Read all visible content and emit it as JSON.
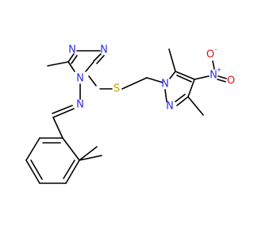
{
  "diagram": {
    "type": "chemical-structure",
    "colors": {
      "bond": "#000000",
      "nitrogen": "#2b2bf5",
      "oxygen": "#e81010",
      "sulfur": "#c8a000"
    },
    "atom_labels": {
      "n_triazole_top_left": "N",
      "n_triazole_top_right": "N",
      "n_triazole_4": "N",
      "s_thioether": "S",
      "n_pyrazole_1": "N",
      "n_pyrazole_2": "N",
      "n_nitro": "N",
      "n_nitro_charge": "+",
      "o_nitro_top": "O",
      "o_nitro_top_charge": "-",
      "o_nitro_right": "O",
      "n_imine": "N"
    }
  }
}
